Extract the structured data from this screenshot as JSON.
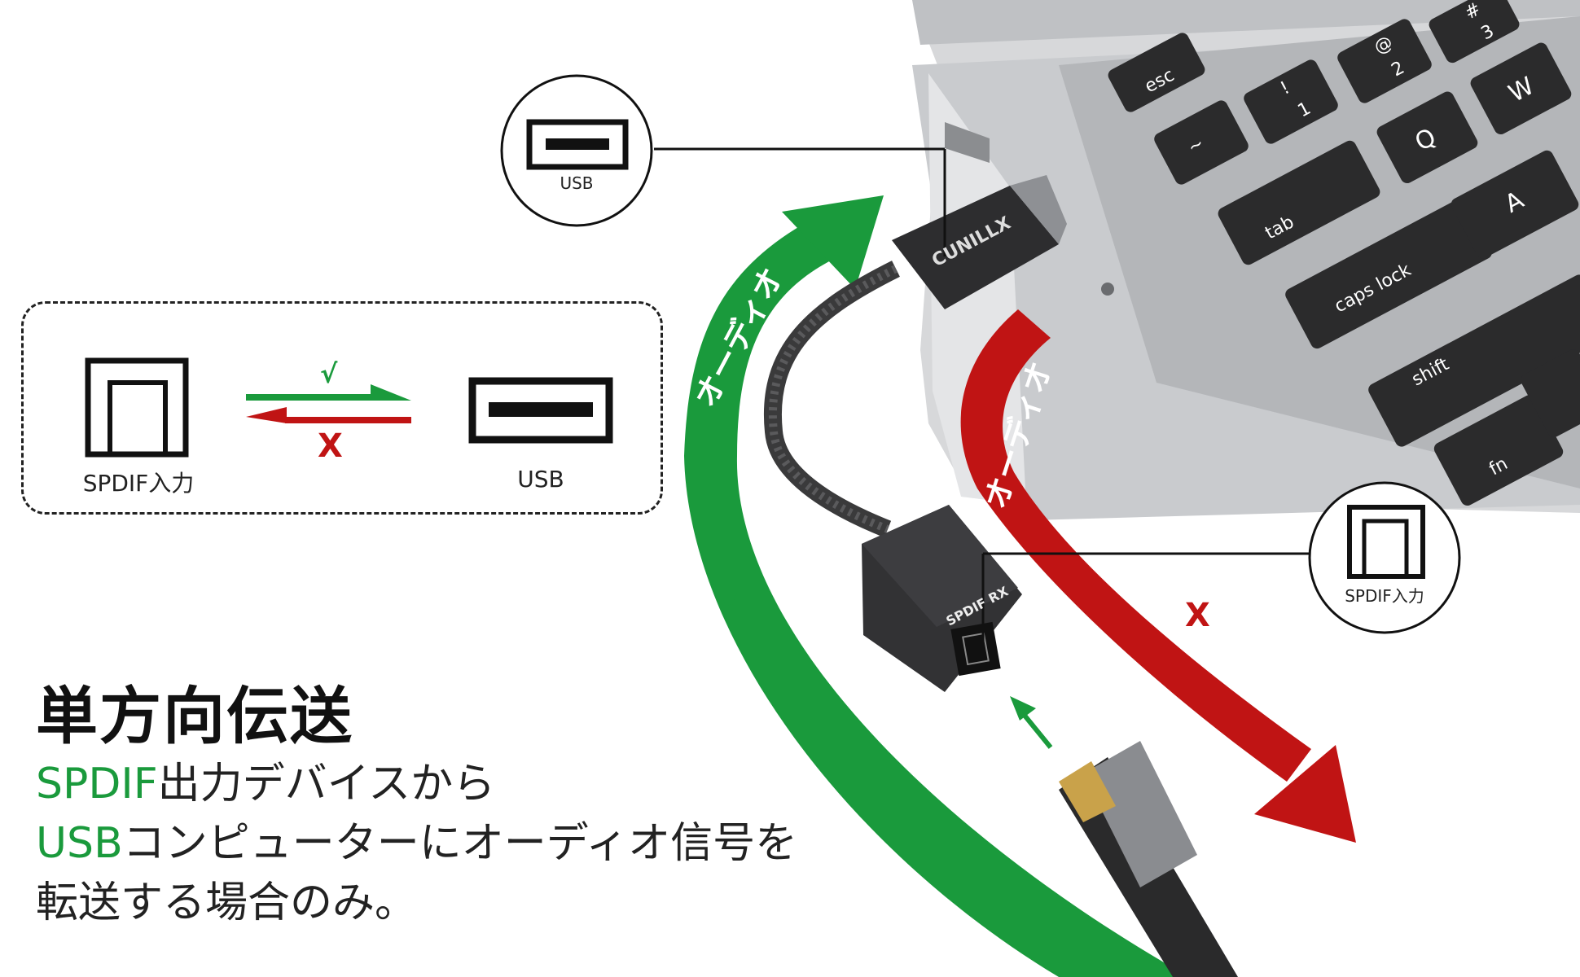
{
  "legend": {
    "spdif_label": "SPDIF入力",
    "usb_label": "USB",
    "check_mark": "√",
    "x_mark": "X"
  },
  "callouts": {
    "usb_label": "USB",
    "spdif_label": "SPDIF入力"
  },
  "cable": {
    "usb_brand": "CUNILLX",
    "adapter_label": "SPDIF RX"
  },
  "arrows": {
    "green_text": "オーディオ",
    "red_text": "オーディオ",
    "green_mark": "√",
    "red_mark": "X"
  },
  "keyboard": {
    "keys": [
      "esc",
      "~",
      "!",
      "1",
      "@",
      "2",
      "#",
      "3",
      "Q",
      "W",
      "tab",
      "A",
      "caps lock",
      "shift",
      "fn"
    ]
  },
  "heading": {
    "title": "単方向伝送",
    "line1_highlight": "SPDIF",
    "line1_rest": "出力デバイスから",
    "line2_highlight": "USB",
    "line2_rest": "コンピューターにオーディオ信号を",
    "line3": "転送する場合のみ。"
  },
  "colors": {
    "green": "#1a9a3c",
    "red": "#c01414"
  }
}
